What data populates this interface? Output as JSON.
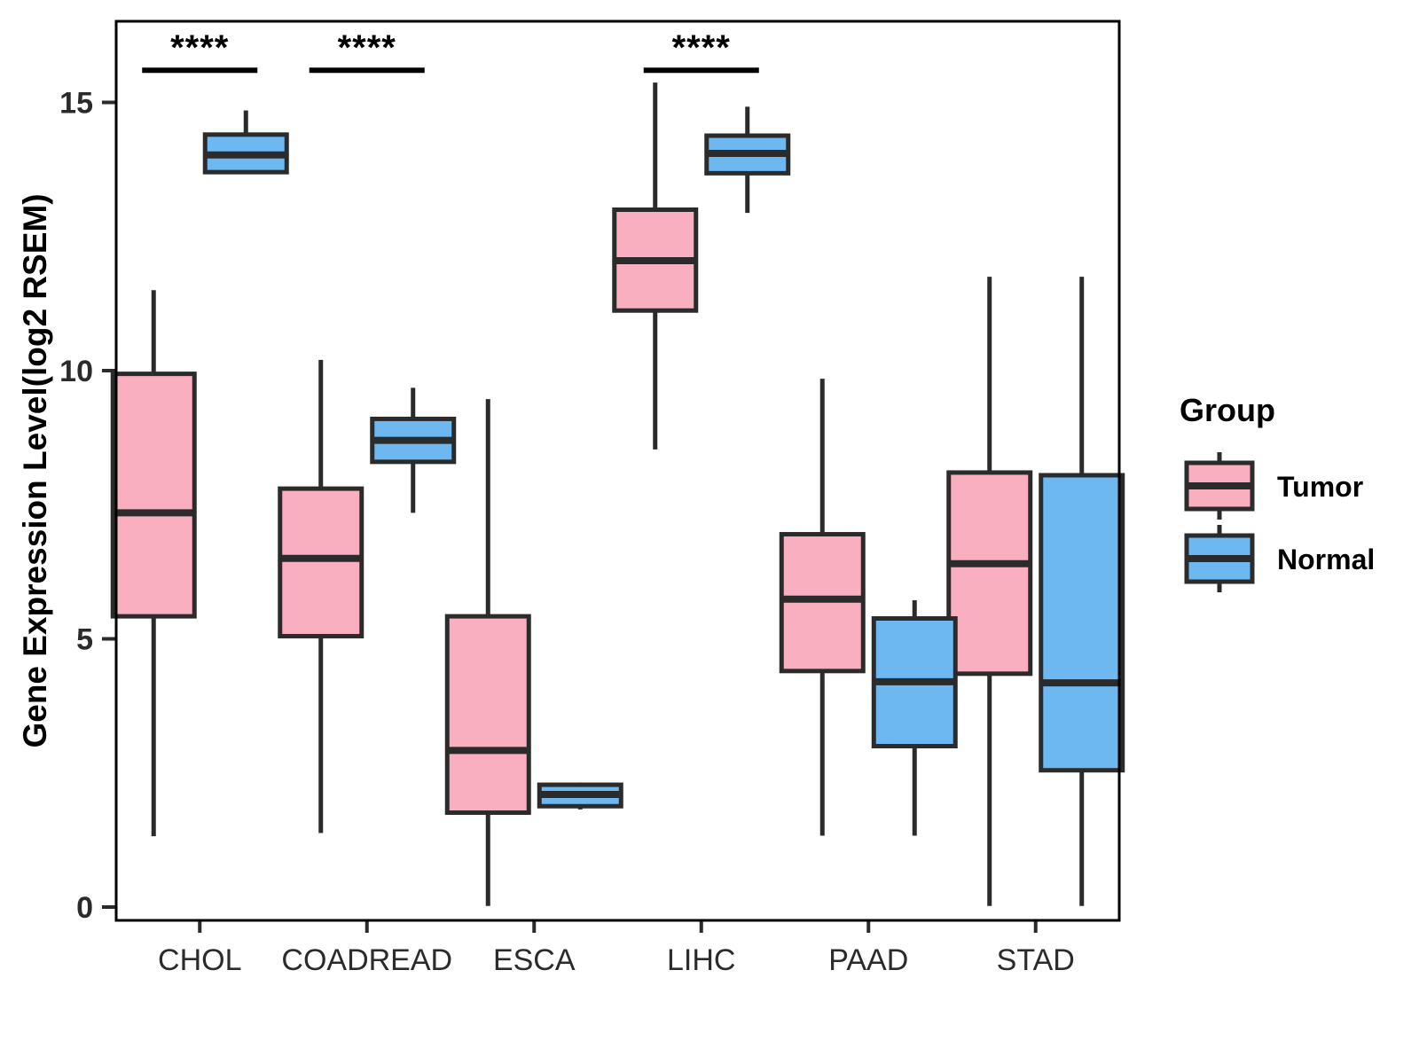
{
  "chart_data": {
    "type": "box",
    "title": "",
    "xlabel": "",
    "ylabel": "Gene Expression Level(log2 RSEM)",
    "ylim": [
      -0.6,
      16.0
    ],
    "yticks": [
      0,
      5,
      10,
      15
    ],
    "ytick_labels": [
      "0",
      "5",
      "10",
      "15"
    ],
    "grid": false,
    "categories": [
      "CHOL",
      "COADREAD",
      "ESCA",
      "LIHC",
      "PAAD",
      "STAD"
    ],
    "legend": {
      "title": "Group",
      "position": "right",
      "entries": [
        {
          "label": "Tumor",
          "color": "#FAAFC0"
        },
        {
          "label": "Normal",
          "color": "#6EB8F2"
        }
      ]
    },
    "series": [
      {
        "name": "Tumor",
        "color": "#FAAFC0",
        "boxes": [
          {
            "category": "CHOL",
            "whisker_low": 1.32,
            "q1": 5.42,
            "median": 7.35,
            "q3": 9.94,
            "whisker_high": 11.5
          },
          {
            "category": "COADREAD",
            "whisker_low": 1.38,
            "q1": 5.05,
            "median": 6.5,
            "q3": 7.8,
            "whisker_high": 10.2
          },
          {
            "category": "ESCA",
            "whisker_low": 0.02,
            "q1": 1.76,
            "median": 2.92,
            "q3": 5.42,
            "whisker_high": 9.47
          },
          {
            "category": "LIHC",
            "whisker_low": 8.53,
            "q1": 11.12,
            "median": 12.05,
            "q3": 13.0,
            "whisker_high": 15.37
          },
          {
            "category": "PAAD",
            "whisker_low": 1.33,
            "q1": 4.4,
            "median": 5.74,
            "q3": 6.95,
            "whisker_high": 9.85
          },
          {
            "category": "STAD",
            "whisker_low": 0.02,
            "q1": 4.35,
            "median": 6.4,
            "q3": 8.1,
            "whisker_high": 11.75
          }
        ]
      },
      {
        "name": "Normal",
        "color": "#6EB8F2",
        "boxes": [
          {
            "category": "CHOL",
            "whisker_low": 13.72,
            "q1": 13.7,
            "median": 14.02,
            "q3": 14.4,
            "whisker_high": 14.85
          },
          {
            "category": "COADREAD",
            "whisker_low": 7.35,
            "q1": 8.3,
            "median": 8.7,
            "q3": 9.1,
            "whisker_high": 9.68
          },
          {
            "category": "ESCA",
            "whisker_low": 1.82,
            "q1": 1.88,
            "median": 2.1,
            "q3": 2.28,
            "whisker_high": 2.32
          },
          {
            "category": "LIHC",
            "whisker_low": 12.94,
            "q1": 13.68,
            "median": 14.05,
            "q3": 14.38,
            "whisker_high": 14.92
          },
          {
            "category": "PAAD",
            "whisker_low": 1.33,
            "q1": 3.0,
            "median": 4.2,
            "q3": 5.38,
            "whisker_high": 5.72
          },
          {
            "category": "STAD",
            "whisker_low": 0.02,
            "q1": 2.55,
            "median": 4.18,
            "q3": 8.05,
            "whisker_high": 11.75
          }
        ]
      }
    ],
    "annotations": [
      {
        "category": "CHOL",
        "text": "****",
        "y": 15.6
      },
      {
        "category": "COADREAD",
        "text": "****",
        "y": 15.6
      },
      {
        "category": "LIHC",
        "text": "****",
        "y": 15.6
      }
    ]
  },
  "axes": {
    "y_title": "Gene Expression Level(log2 RSEM)"
  },
  "legend": {
    "title": "Group",
    "tumor_label": "Tumor",
    "normal_label": "Normal"
  },
  "colors": {
    "tumor": "#FAAFC0",
    "normal": "#6EB8F2",
    "ink": "#2b2b2b",
    "panel_border": "#000000"
  }
}
